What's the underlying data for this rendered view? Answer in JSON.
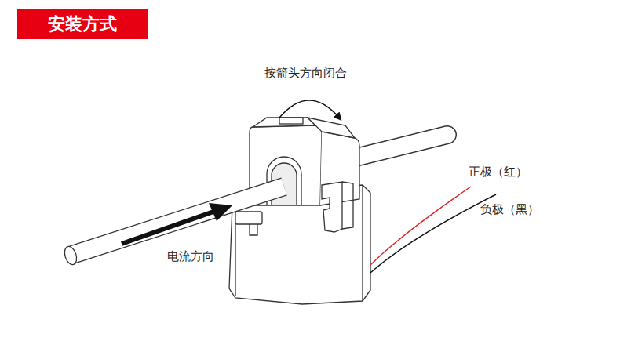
{
  "diagram": {
    "nodes": [
      {
        "text": [
          "安装方式"
        ]
      }
    ],
    "labels": [
      "按箭头方向闭合",
      "电流方向",
      "正极（红）",
      "负极（黑）"
    ]
  }
}
